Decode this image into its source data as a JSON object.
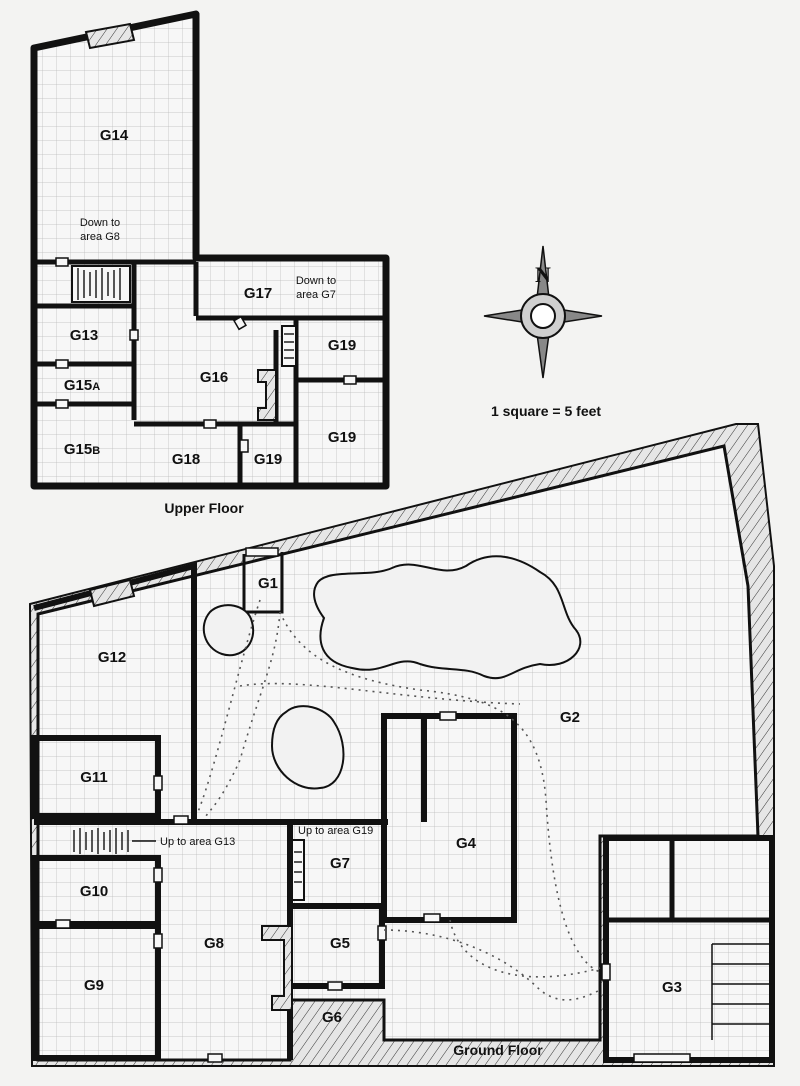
{
  "compass_letter": "N",
  "scale_text": "1 square = 5 feet",
  "captions": {
    "upper": "Upper Floor",
    "ground": "Ground Floor"
  },
  "upper_rooms": {
    "g14": "G14",
    "g13": "G13",
    "g15a_main": "G15",
    "g15a_sub": "A",
    "g15b_main": "G15",
    "g15b_sub": "B",
    "g16": "G16",
    "g17": "G17",
    "g18": "G18",
    "g19a": "G19",
    "g19b": "G19",
    "g19c": "G19"
  },
  "ground_rooms": {
    "g1": "G1",
    "g2": "G2",
    "g3": "G3",
    "g4": "G4",
    "g5": "G5",
    "g6": "G6",
    "g7": "G7",
    "g8": "G8",
    "g9": "G9",
    "g10": "G10",
    "g11": "G11",
    "g12": "G12"
  },
  "notes": {
    "down_g8_1": "Down to",
    "down_g8_2": "area G8",
    "down_g7_1": "Down to",
    "down_g7_2": "area G7",
    "up_g13": "Up to area G13",
    "up_g19": "Up to area G19"
  },
  "colors": {
    "ink": "#111111",
    "grid": "#b9b9b9",
    "floor": "#f7f7f7",
    "wall": "#d8d8d8"
  }
}
